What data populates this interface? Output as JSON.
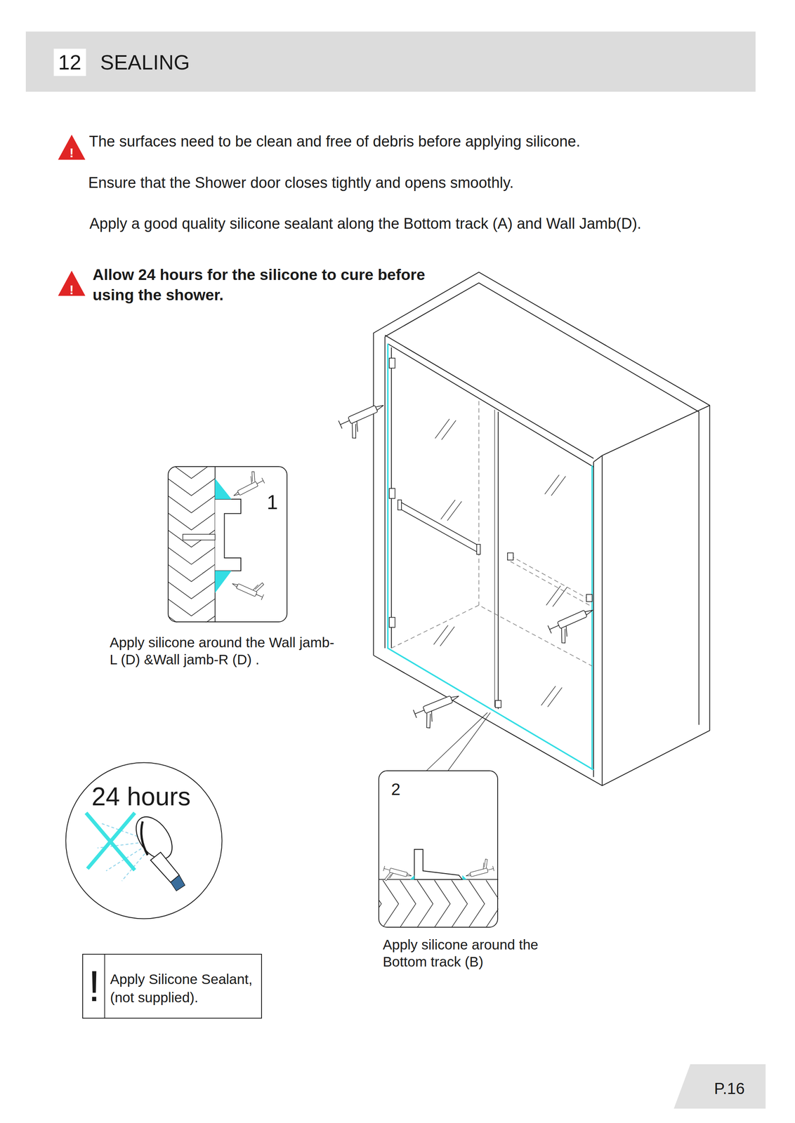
{
  "diagram": {
    "title": "SEALING",
    "nodes": [
      {
        "text": [
          "1",
          "Apply silicone around the Wall jamb-L (D) &Wall jamb-R (D) ."
        ]
      },
      {
        "text": [
          "24 hours"
        ]
      },
      {
        "text": [
          "2",
          "Apply silicone around the Bottom track (B)"
        ]
      },
      {
        "text": [
          "!",
          "Apply Silicone Sealant,(not supplied)."
        ]
      }
    ],
    "labels": [
      "12",
      "!",
      "The surfaces need to be clean and free of debris before applying silicone.",
      "Ensure that the Shower door closes tightly and opens smoothly.",
      "Apply a good quality silicone sealant along the Bottom track (A) and Wall Jamb(D).",
      "!",
      "Allow 24 hours for the silicone to cure before using the shower.",
      "P.16"
    ]
  }
}
